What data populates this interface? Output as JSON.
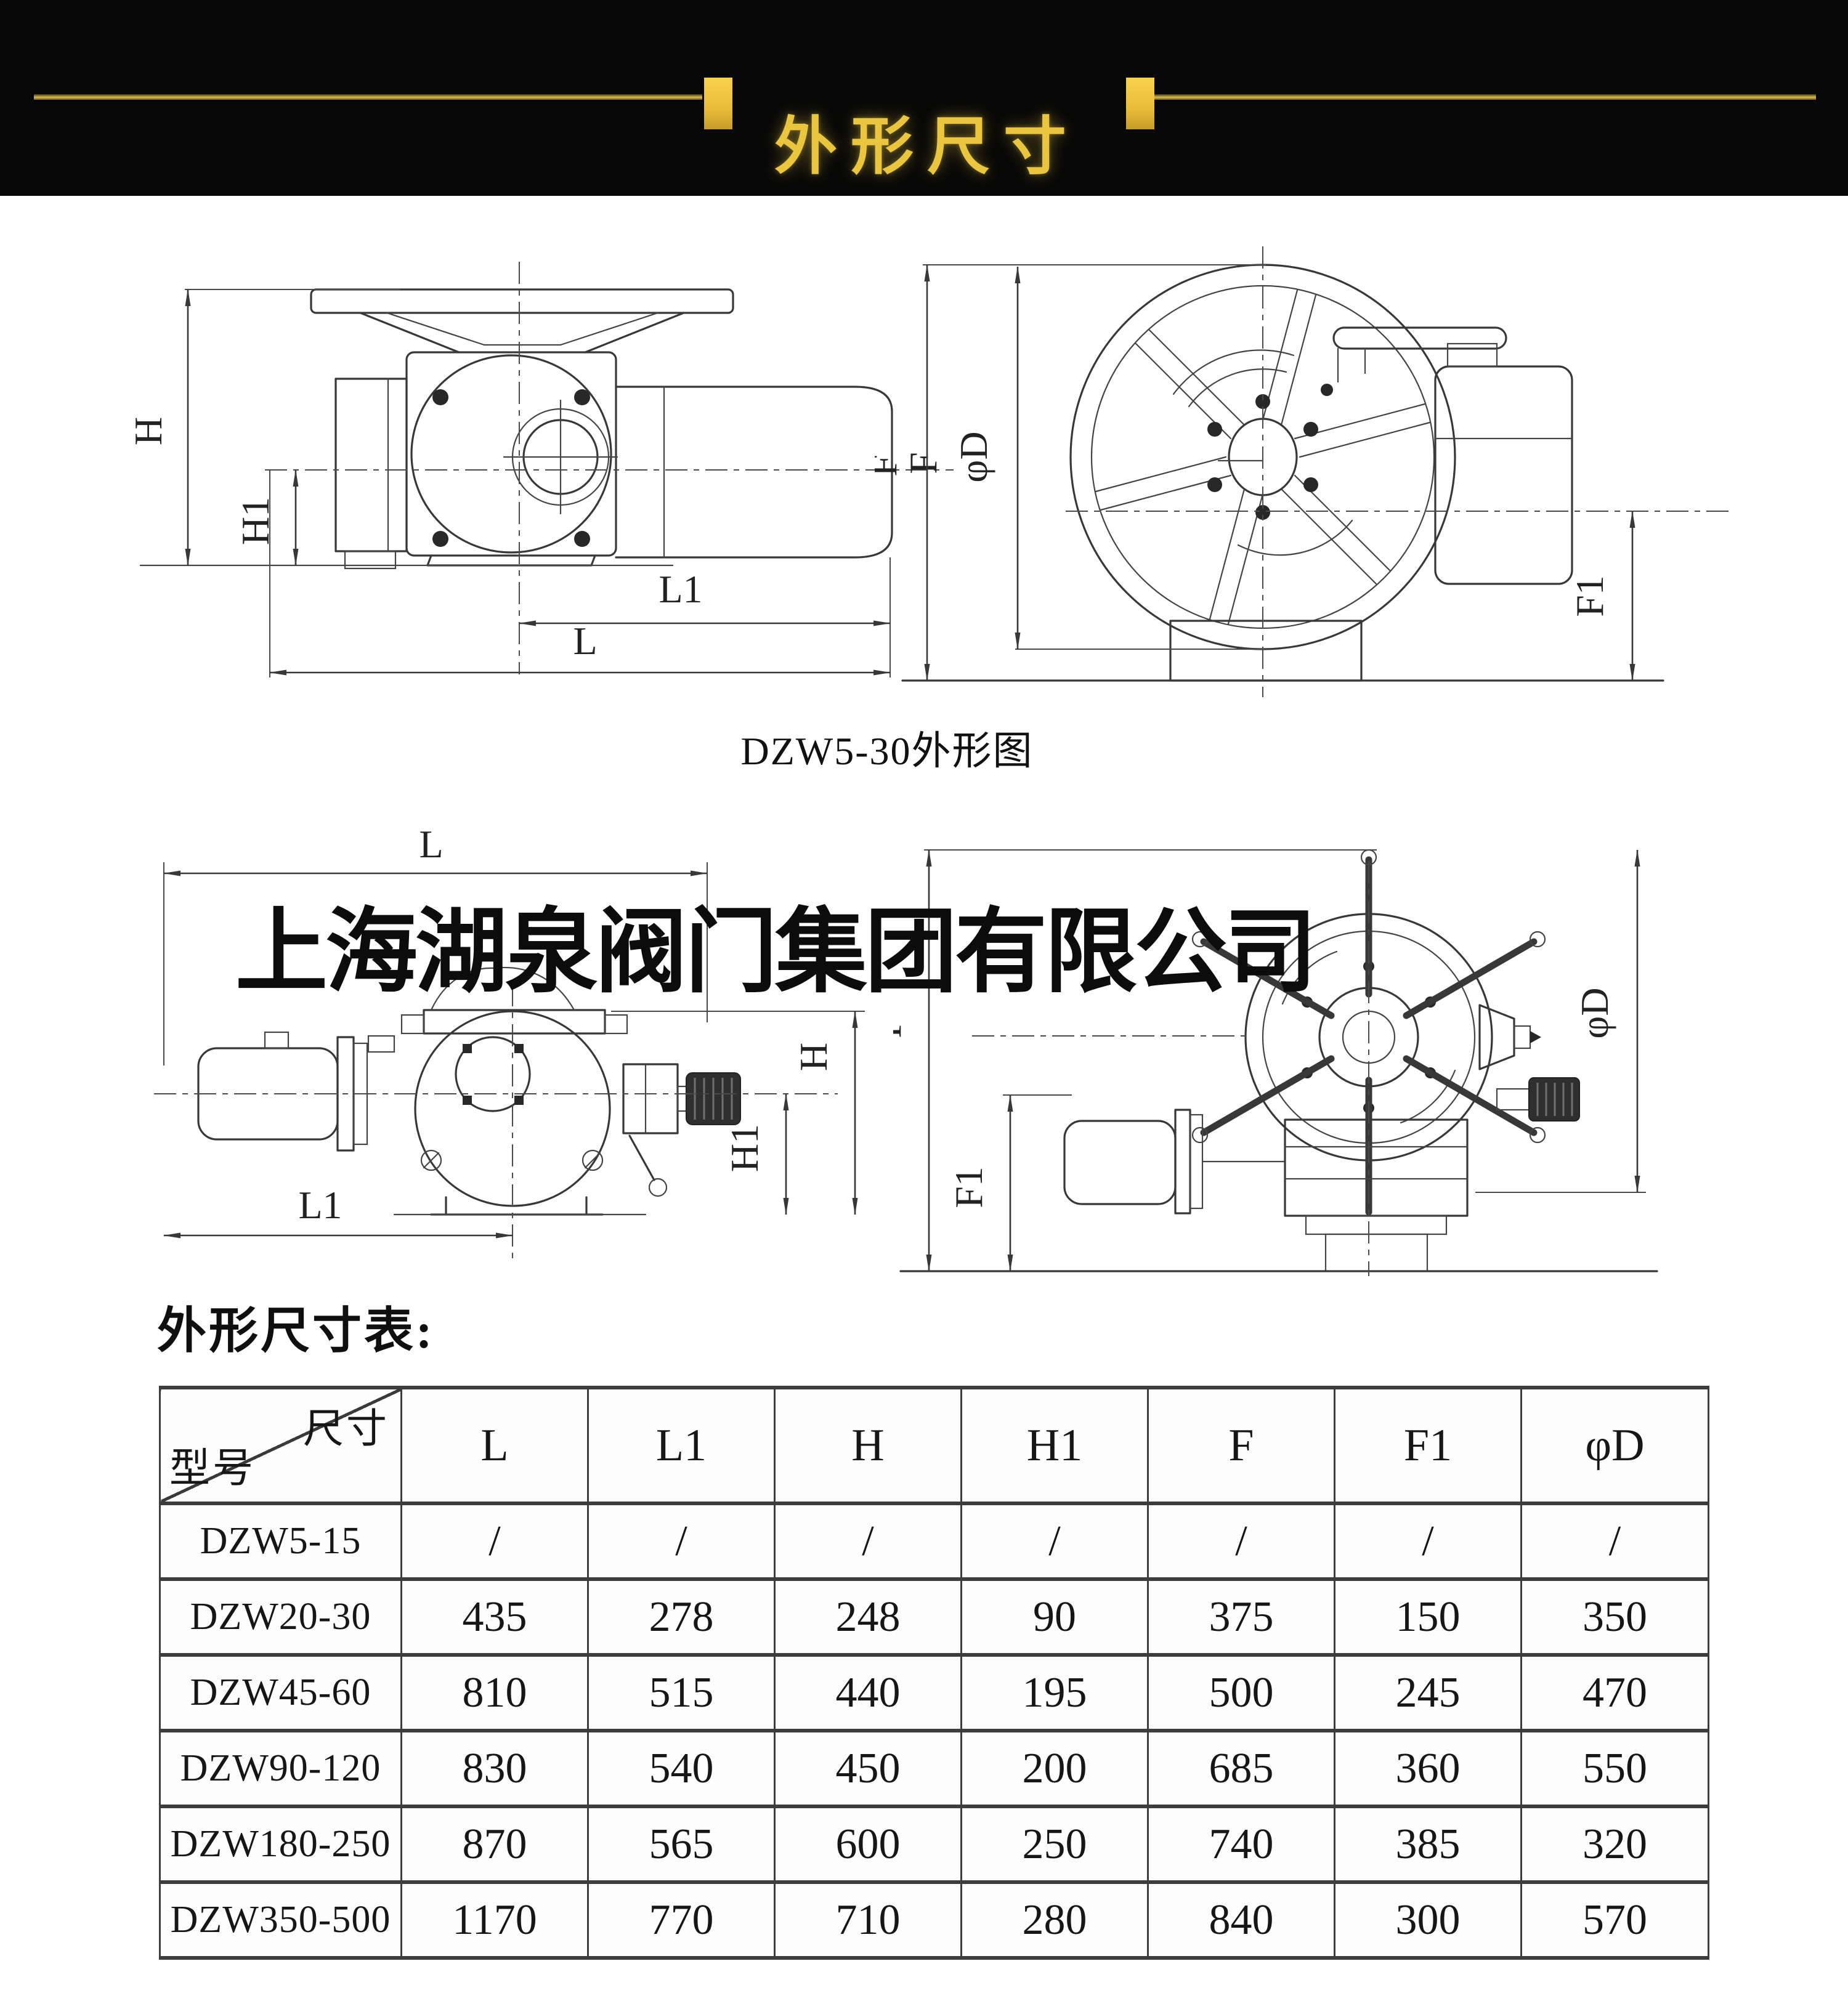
{
  "banner": {
    "title": "外形尺寸"
  },
  "figures": {
    "caption1": "DZW5-30外形图",
    "dims": {
      "L": "L",
      "L1": "L1",
      "H": "H",
      "H1": "H1",
      "F": "F",
      "F1": "F1",
      "phiD": "φD"
    }
  },
  "watermark": {
    "text": "上海湖泉阀门集团有限公司"
  },
  "table": {
    "heading": "外形尺寸表:",
    "corner_top": "尺寸",
    "corner_bottom": "型号",
    "columns": [
      "L",
      "L1",
      "H",
      "H1",
      "F",
      "F1",
      "φD"
    ],
    "rows": [
      {
        "model": "DZW5-15",
        "values": [
          "/",
          "/",
          "/",
          "/",
          "/",
          "/",
          "/"
        ]
      },
      {
        "model": "DZW20-30",
        "values": [
          "435",
          "278",
          "248",
          "90",
          "375",
          "150",
          "350"
        ]
      },
      {
        "model": "DZW45-60",
        "values": [
          "810",
          "515",
          "440",
          "195",
          "500",
          "245",
          "470"
        ]
      },
      {
        "model": "DZW90-120",
        "values": [
          "830",
          "540",
          "450",
          "200",
          "685",
          "360",
          "550"
        ]
      },
      {
        "model": "DZW180-250",
        "values": [
          "870",
          "565",
          "600",
          "250",
          "740",
          "385",
          "320"
        ]
      },
      {
        "model": "DZW350-500",
        "values": [
          "1170",
          "770",
          "710",
          "280",
          "840",
          "300",
          "570"
        ]
      }
    ]
  }
}
